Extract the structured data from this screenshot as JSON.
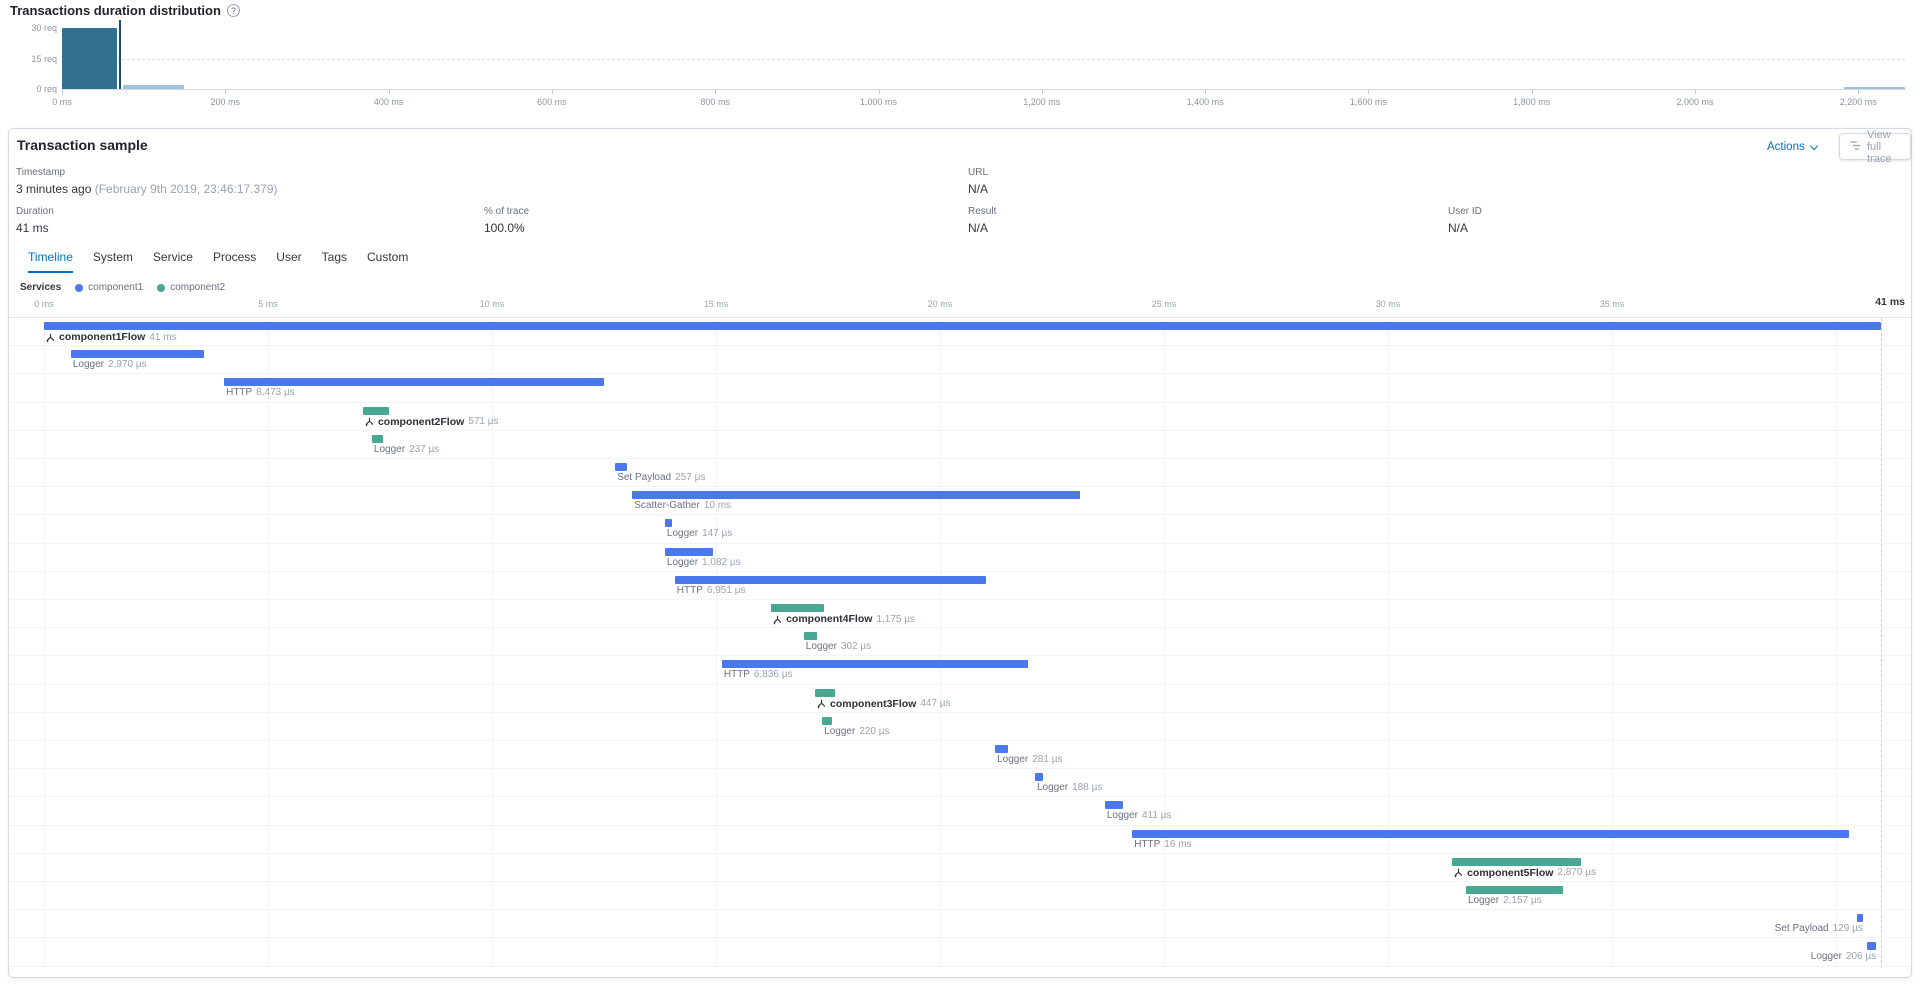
{
  "distribution": {
    "title": "Transactions duration distribution",
    "y_ticks": [
      {
        "label": "30 req",
        "req": 30
      },
      {
        "label": "15 req",
        "req": 15
      },
      {
        "label": "0 req",
        "req": 0
      }
    ],
    "x_ticks": [
      {
        "label": "0 ms",
        "ms": 0
      },
      {
        "label": "200 ms",
        "ms": 200
      },
      {
        "label": "400 ms",
        "ms": 400
      },
      {
        "label": "600 ms",
        "ms": 600
      },
      {
        "label": "800 ms",
        "ms": 800
      },
      {
        "label": "1,000 ms",
        "ms": 1000
      },
      {
        "label": "1,200 ms",
        "ms": 1200
      },
      {
        "label": "1,400 ms",
        "ms": 1400
      },
      {
        "label": "1,600 ms",
        "ms": 1600
      },
      {
        "label": "1,800 ms",
        "ms": 1800
      },
      {
        "label": "2,000 ms",
        "ms": 2000
      },
      {
        "label": "2,200 ms",
        "ms": 2200
      }
    ],
    "chart_data": {
      "type": "bar",
      "title": "Transactions duration distribution",
      "ylabel": "req",
      "ylim": [
        0,
        30
      ],
      "xlim_ms": [
        0,
        2300
      ],
      "colors": {
        "dark": "#31708f",
        "light": "#9cc3da"
      },
      "marker_ms": 70,
      "buckets": [
        {
          "start_ms": 0,
          "end_ms": 67,
          "count": 30,
          "shade": "dark"
        },
        {
          "start_ms": 75,
          "end_ms": 150,
          "count": 2,
          "shade": "light"
        },
        {
          "start_ms": 2182,
          "end_ms": 2257,
          "count": 1,
          "shade": "light"
        }
      ]
    }
  },
  "sample": {
    "title": "Transaction sample",
    "actions_label": "Actions",
    "view_full_trace_label": "View full trace",
    "fields": {
      "timestamp": {
        "label": "Timestamp",
        "value": "3 minutes ago",
        "note": "(February 9th 2019, 23:46:17.379)"
      },
      "url": {
        "label": "URL",
        "value": "N/A"
      },
      "duration": {
        "label": "Duration",
        "value": "41 ms"
      },
      "trace_pct": {
        "label": "% of trace",
        "value": "100.0%"
      },
      "result": {
        "label": "Result",
        "value": "N/A"
      },
      "user_id": {
        "label": "User ID",
        "value": "N/A"
      }
    },
    "tabs": [
      {
        "label": "Timeline",
        "active": true
      },
      {
        "label": "System",
        "active": false
      },
      {
        "label": "Service",
        "active": false
      },
      {
        "label": "Process",
        "active": false
      },
      {
        "label": "User",
        "active": false
      },
      {
        "label": "Tags",
        "active": false
      },
      {
        "label": "Custom",
        "active": false
      }
    ],
    "services_label": "Services",
    "services": {
      "component1": "#4a79ee",
      "component2": "#49a793"
    },
    "legend": [
      {
        "label": "component1",
        "color": "#4a79ee"
      },
      {
        "label": "component2",
        "color": "#49a793"
      }
    ],
    "timeline_ticks": [
      {
        "label": "0 ms",
        "ms": 0
      },
      {
        "label": "5 ms",
        "ms": 5
      },
      {
        "label": "10 ms",
        "ms": 10
      },
      {
        "label": "15 ms",
        "ms": 15
      },
      {
        "label": "20 ms",
        "ms": 20
      },
      {
        "label": "25 ms",
        "ms": 25
      },
      {
        "label": "30 ms",
        "ms": 30
      },
      {
        "label": "35 ms",
        "ms": 35
      }
    ],
    "timeline_end": "41 ms",
    "waterfall": [
      {
        "name": "component1Flow",
        "duration": "41 ms",
        "service": "component1",
        "flow": true,
        "start_ms": 0,
        "duration_ms": 41
      },
      {
        "name": "Logger",
        "duration": "2,970 µs",
        "service": "component1",
        "flow": false,
        "start_ms": 0.6,
        "duration_ms": 2.97
      },
      {
        "name": "HTTP",
        "duration": "8,473 µs",
        "service": "component1",
        "flow": false,
        "start_ms": 4.02,
        "duration_ms": 8.473
      },
      {
        "name": "component2Flow",
        "duration": "571 µs",
        "service": "component2",
        "flow": true,
        "start_ms": 7.12,
        "duration_ms": 0.571
      },
      {
        "name": "Logger",
        "duration": "237 µs",
        "service": "component2",
        "flow": false,
        "start_ms": 7.32,
        "duration_ms": 0.237
      },
      {
        "name": "Set Payload",
        "duration": "257 µs",
        "service": "component1",
        "flow": false,
        "start_ms": 12.75,
        "duration_ms": 0.257
      },
      {
        "name": "Scatter-Gather",
        "duration": "10 ms",
        "service": "component1",
        "flow": false,
        "start_ms": 13.13,
        "duration_ms": 10
      },
      {
        "name": "Logger",
        "duration": "147 µs",
        "service": "component1",
        "flow": false,
        "start_ms": 13.86,
        "duration_ms": 0.147
      },
      {
        "name": "Logger",
        "duration": "1,082 µs",
        "service": "component1",
        "flow": false,
        "start_ms": 13.86,
        "duration_ms": 1.082
      },
      {
        "name": "HTTP",
        "duration": "6,951 µs",
        "service": "component1",
        "flow": false,
        "start_ms": 14.08,
        "duration_ms": 6.951
      },
      {
        "name": "component4Flow",
        "duration": "1,175 µs",
        "service": "component2",
        "flow": true,
        "start_ms": 16.23,
        "duration_ms": 1.175
      },
      {
        "name": "Logger",
        "duration": "302 µs",
        "service": "component2",
        "flow": false,
        "start_ms": 16.96,
        "duration_ms": 0.302
      },
      {
        "name": "HTTP",
        "duration": "6,836 µs",
        "service": "component1",
        "flow": false,
        "start_ms": 15.13,
        "duration_ms": 6.836
      },
      {
        "name": "component3Flow",
        "duration": "447 µs",
        "service": "component2",
        "flow": true,
        "start_ms": 17.21,
        "duration_ms": 0.447
      },
      {
        "name": "Logger",
        "duration": "220 µs",
        "service": "component2",
        "flow": false,
        "start_ms": 17.37,
        "duration_ms": 0.22
      },
      {
        "name": "Logger",
        "duration": "281 µs",
        "service": "component1",
        "flow": false,
        "start_ms": 21.23,
        "duration_ms": 0.281
      },
      {
        "name": "Logger",
        "duration": "188 µs",
        "service": "component1",
        "flow": false,
        "start_ms": 22.12,
        "duration_ms": 0.188
      },
      {
        "name": "Logger",
        "duration": "411 µs",
        "service": "component1",
        "flow": false,
        "start_ms": 23.68,
        "duration_ms": 0.411
      },
      {
        "name": "HTTP",
        "duration": "16 ms",
        "service": "component1",
        "flow": false,
        "start_ms": 24.29,
        "duration_ms": 16
      },
      {
        "name": "component5Flow",
        "duration": "2,870 µs",
        "service": "component2",
        "flow": true,
        "start_ms": 31.43,
        "duration_ms": 2.87
      },
      {
        "name": "Logger",
        "duration": "2,157 µs",
        "service": "component2",
        "flow": false,
        "start_ms": 31.74,
        "duration_ms": 2.157
      },
      {
        "name": "Set Payload",
        "duration": "129 µs",
        "service": "component1",
        "flow": false,
        "start_ms": 40.47,
        "duration_ms": 0.129,
        "align": "right"
      },
      {
        "name": "Logger",
        "duration": "206 µs",
        "service": "component1",
        "flow": false,
        "start_ms": 40.69,
        "duration_ms": 0.206,
        "align": "right"
      }
    ]
  }
}
